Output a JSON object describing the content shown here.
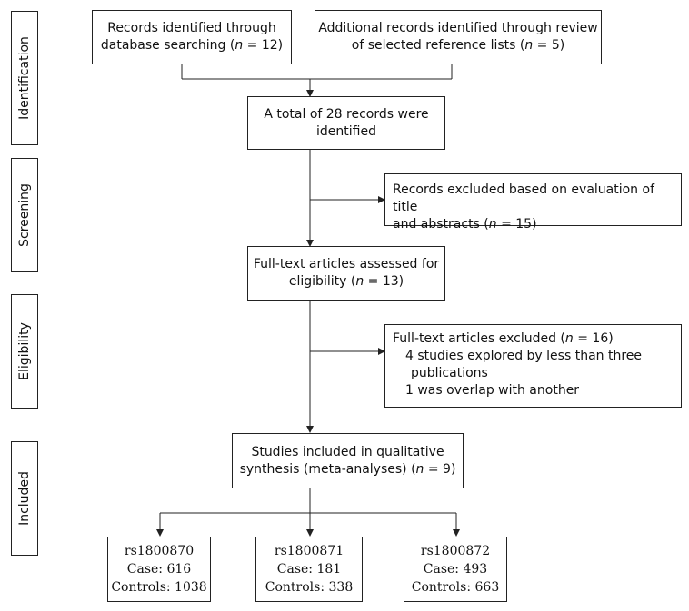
{
  "stages": {
    "identification": "Identification",
    "screening": "Screening",
    "eligibility": "Eligibility",
    "included": "Included"
  },
  "boxes": {
    "database": {
      "line1": "Records identified through",
      "line2_pre": "database searching (",
      "n_label": "n",
      "line2_post": " = 12)"
    },
    "additional": {
      "line1": "Additional records identified through review",
      "line2_pre": "of selected reference lists (",
      "n_label": "n",
      "line2_post": " = 5)"
    },
    "total": {
      "line1": "A total of 28 records were",
      "line2": "identified"
    },
    "excluded_title": {
      "line1": "Records excluded based on evaluation of title",
      "line2_pre": "and abstracts (",
      "n_label": "n",
      "line2_post": " = 15)"
    },
    "fulltext": {
      "line1": "Full-text articles assessed for",
      "line2_pre": "eligibility (",
      "n_label": "n",
      "line2_post": " = 13)"
    },
    "fulltext_excluded": {
      "line1_pre": "Full-text articles excluded (",
      "n_label": "n",
      "line1_post": " = 16)",
      "item1_a": "4 studies explored by less  than three",
      "item1_b": "publications",
      "item2": "1 was overlap with another"
    },
    "included": {
      "line1": "Studies included in qualitative",
      "line2_pre": "synthesis (meta-analyses) (",
      "n_label": "n",
      "line2_post": " = 9)"
    }
  },
  "snps": [
    {
      "id": "rs1800870",
      "case": "Case: 616",
      "controls": "Controls: 1038"
    },
    {
      "id": "rs1800871",
      "case": "Case: 181",
      "controls": "Controls: 338"
    },
    {
      "id": "rs1800872",
      "case": "Case: 493",
      "controls": "Controls: 663"
    }
  ]
}
